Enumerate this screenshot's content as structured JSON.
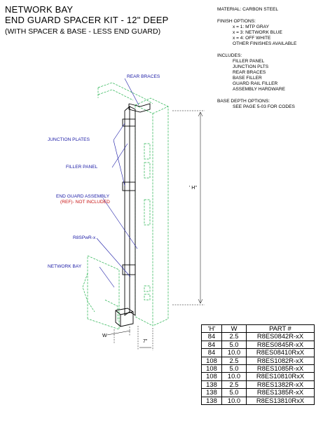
{
  "title": {
    "line1": "NETWORK BAY",
    "line2": "END GUARD SPACER KIT - 12\" DEEP",
    "line3": "(WITH SPACER & BASE - LESS END GUARD)"
  },
  "specs": {
    "material": "MATERIAL: CARBON STEEL",
    "finish_heading": "FINISH OPTIONS:",
    "finish_items": [
      "x = 1: MTP GRAY",
      "x = 3: NETWORK BLUE",
      "x = 4: OFF WHITE",
      "OTHER FINISHES AVAILABLE"
    ],
    "includes_heading": "INCLUDES:",
    "includes_items": [
      "FILLER PANEL",
      "JUNCTION PLTS",
      "REAR BRACES",
      "BASE FILLER",
      "GUARD RAIL FILLER",
      "ASSEMBLY HARDWARE"
    ],
    "base_heading": "BASE DEPTH OPTIONS:",
    "base_items": [
      "SEE PAGE 5-03 FOR CODES"
    ]
  },
  "callouts": {
    "rear_braces": "REAR BRACES",
    "junction_plates": "JUNCTION PLATES",
    "filler_panel": "FILLER PANEL",
    "end_guard_line1": "END GUARD ASSEMBLY",
    "end_guard_line2": "(REF)- NOT INCLUDED",
    "r8spwr": "R8SPwR-x",
    "network_bay": "NETWORK BAY"
  },
  "dimensions": {
    "height": "' H\"",
    "width": "W",
    "depth": "7\""
  },
  "colors": {
    "callout_text": "#1a1aa6",
    "reference_text": "#c81414",
    "reference_lines": "#22b14c",
    "part_lines": "#000000"
  },
  "table": {
    "headers": [
      "'H'",
      "W",
      "PART #"
    ],
    "rows": [
      [
        "84",
        "2.5",
        "R8ES0842R-xX"
      ],
      [
        "84",
        "5.0",
        "R8ES0845R-xX"
      ],
      [
        "84",
        "10.0",
        "R8ES08410RxX"
      ],
      [
        "108",
        "2.5",
        "R8ES1082R-xX"
      ],
      [
        "108",
        "5.0",
        "R8ES1085R-xX"
      ],
      [
        "108",
        "10.0",
        "R8ES10810RxX"
      ],
      [
        "138",
        "2.5",
        "R8ES1382R-xX"
      ],
      [
        "138",
        "5.0",
        "R8ES1385R-xX"
      ],
      [
        "138",
        "10.0",
        "R8ES13810RxX"
      ]
    ]
  }
}
